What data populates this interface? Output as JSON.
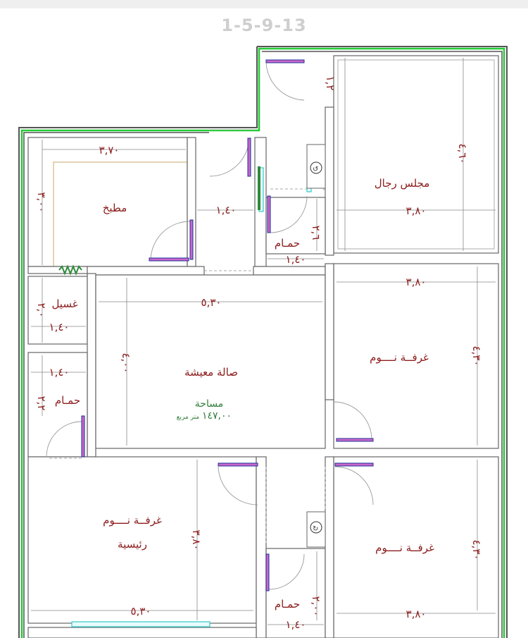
{
  "plan": {
    "title": "1-5-9-13",
    "rooms": {
      "majlis": "مجلس رجال",
      "kitchen": "مطبخ",
      "laundry": "غسيل",
      "bath_left": "حمـام",
      "bath_mid": "حمـام",
      "bath_bottom": "حمـام",
      "living": "صالة معيشة",
      "bed_right1": "غرفــة نــــوم",
      "bed_right2": "غرفــة نــــوم",
      "master_line1": "غرفــة نــــوم",
      "master_line2": "رئيسية"
    },
    "area": {
      "label": "مساحة",
      "value": "١٤٧,٠٠",
      "unit": "متر مربع"
    },
    "dims": {
      "kitchen_w": "٣,٧٠",
      "kitchen_h": "٣,٠٠",
      "corridor_w": "١,٤٠",
      "entry_h": "١,٢",
      "majlis_h": "٤,٦٠",
      "majlis_w": "٣,٨٠",
      "bath_mid_h": "٢,٦",
      "bath_mid_w": "١,٤٠",
      "laundry_h": "٢,٠",
      "laundry_w": "١,٤٠",
      "bath_left_w": "١,٤٠",
      "bath_left_h": "٢,٢",
      "living_w": "٥,٣٠",
      "living_h": "٤,٠٠",
      "bed1_w": "٣,٨٠",
      "bed1_h": "٤,٣٠",
      "master_h": "٣,٨٠",
      "master_w": "٥,٣٠",
      "bath_bottom_h": "٢,٠٠",
      "bath_bottom_w": "١,٤٠",
      "bed2_h": "٤,٣٠",
      "bed2_w": "٣,٨٠"
    },
    "colors": {
      "wall": "#666666",
      "outline": "#22cc33",
      "text": "#8b1a1a",
      "area_text": "#2f7d3a",
      "door_leaf": "#cc66cc",
      "door_end": "#1a3399",
      "window": "#33cccc"
    }
  }
}
